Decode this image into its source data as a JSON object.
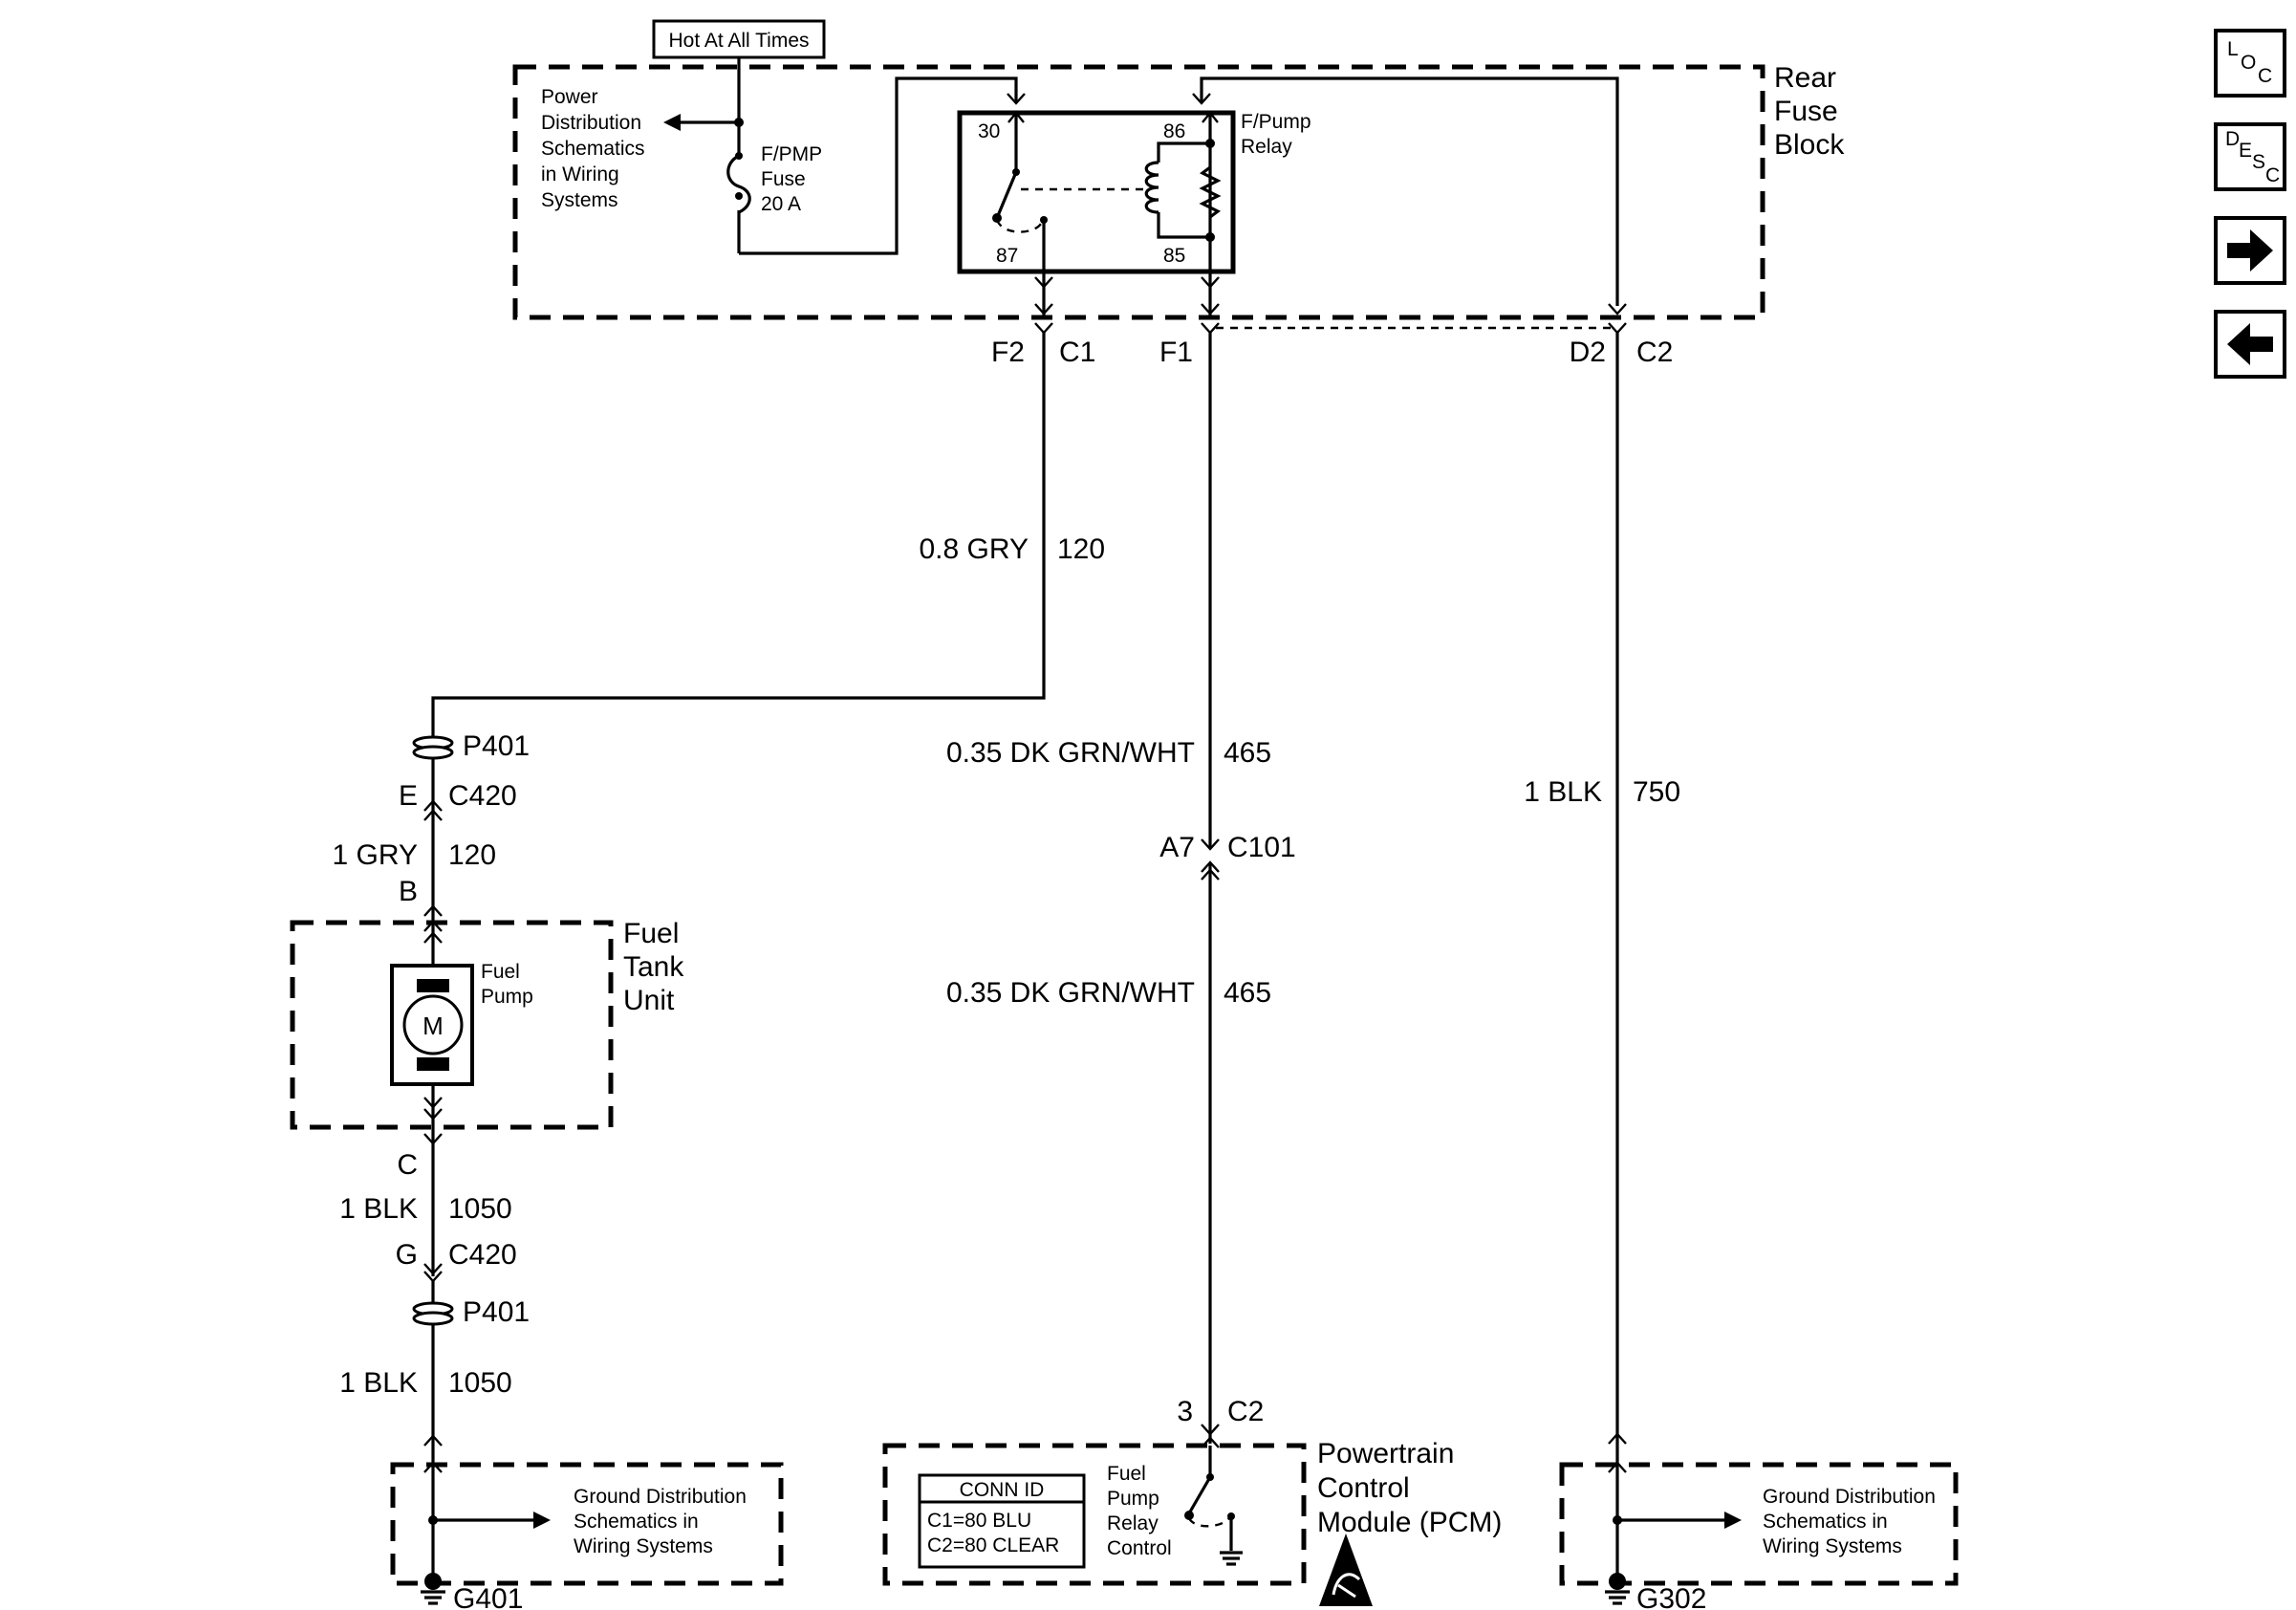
{
  "header": {
    "hot_at_all_times": "Hot At All Times"
  },
  "rear_fuse_block": {
    "title_line1": "Rear",
    "title_line2": "Fuse",
    "title_line3": "Block",
    "power_distribution_line1": "Power",
    "power_distribution_line2": "Distribution",
    "power_distribution_line3": "Schematics",
    "power_distribution_line4": "in Wiring",
    "power_distribution_line5": "Systems",
    "fuse_line1": "F/PMP",
    "fuse_line2": "Fuse",
    "fuse_line3": "20 A",
    "relay_line1": "F/Pump",
    "relay_line2": "Relay",
    "pin_30": "30",
    "pin_86": "86",
    "pin_87": "87",
    "pin_85": "85"
  },
  "connectors": {
    "f2": "F2",
    "c1": "C1",
    "f1": "F1",
    "d2": "D2",
    "c2_top": "C2",
    "p401_top": "P401",
    "e": "E",
    "c420_top": "C420",
    "b": "B",
    "c": "C",
    "g": "G",
    "c420_bottom": "C420",
    "p401_bottom": "P401",
    "a7": "A7",
    "c101": "C101",
    "pin_3": "3",
    "c2_pcm": "C2"
  },
  "wires": {
    "gry_08_color": "0.8 GRY",
    "gry_08_circuit": "120",
    "gry_1_color": "1 GRY",
    "gry_1_circuit": "120",
    "dkgrn_upper_color": "0.35 DK GRN/WHT",
    "dkgrn_upper_circuit": "465",
    "dkgrn_lower_color": "0.35 DK GRN/WHT",
    "dkgrn_lower_circuit": "465",
    "blk_750_color": "1 BLK",
    "blk_750_circuit": "750",
    "blk_1050a_color": "1 BLK",
    "blk_1050a_circuit": "1050",
    "blk_1050b_color": "1 BLK",
    "blk_1050b_circuit": "1050"
  },
  "fuel_tank_unit": {
    "title_line1": "Fuel",
    "title_line2": "Tank",
    "title_line3": "Unit",
    "pump_line1": "Fuel",
    "pump_line2": "Pump",
    "motor": "M"
  },
  "pcm": {
    "title_line1": "Powertrain",
    "title_line2": "Control",
    "title_line3": "Module (PCM)",
    "conn_id_header": "CONN ID",
    "conn_id_c1": "C1=80 BLU",
    "conn_id_c2": "C2=80 CLEAR",
    "control_line1": "Fuel",
    "control_line2": "Pump",
    "control_line3": "Relay",
    "control_line4": "Control"
  },
  "grounds": {
    "left_line1": "Ground Distribution",
    "left_line2": "Schematics in",
    "left_line3": "Wiring Systems",
    "left_id": "G401",
    "right_line1": "Ground Distribution",
    "right_line2": "Schematics in",
    "right_line3": "Wiring Systems",
    "right_id": "G302"
  },
  "nav": {
    "loc_l": "L",
    "loc_o": "O",
    "loc_c": "C",
    "desc_d": "D",
    "desc_e": "E",
    "desc_s": "S",
    "desc_c": "C",
    "next_icon": "arrow-right-icon",
    "prev_icon": "arrow-left-icon"
  }
}
